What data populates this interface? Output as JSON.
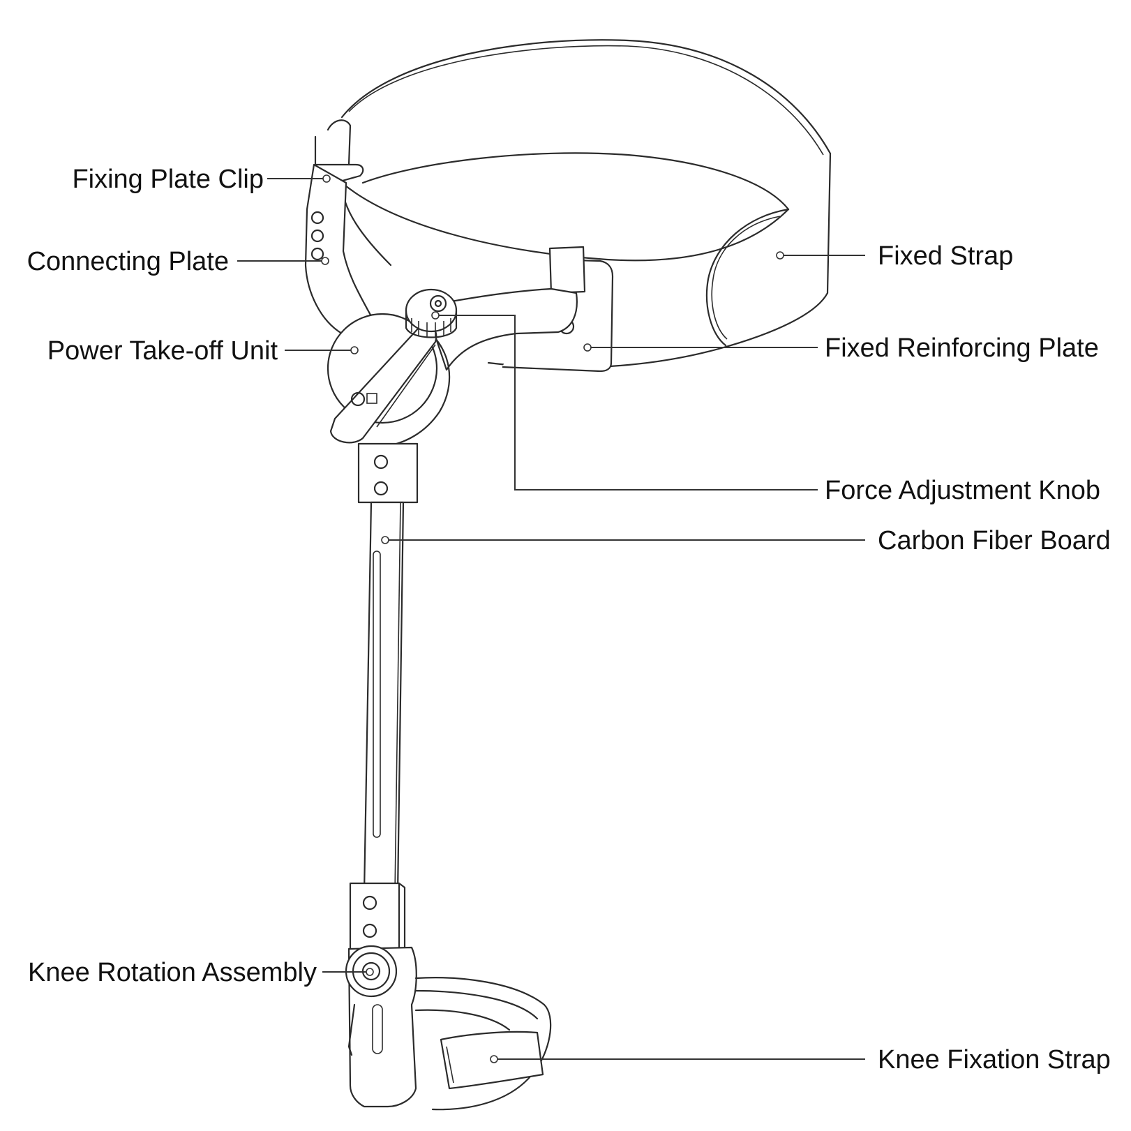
{
  "labels": {
    "fixing_plate_clip": "Fixing Plate Clip",
    "connecting_plate": "Connecting Plate",
    "power_takeoff_unit": "Power Take-off Unit",
    "fixed_strap": "Fixed Strap",
    "fixed_reinforcing_plate": "Fixed Reinforcing Plate",
    "force_adjustment_knob": "Force Adjustment Knob",
    "carbon_fiber_board": "Carbon Fiber Board",
    "knee_rotation_assembly": "Knee Rotation Assembly",
    "knee_fixation_strap": "Knee Fixation Strap"
  },
  "colors": {
    "line": "#2b2b2b",
    "text": "#111111",
    "background": "#ffffff"
  }
}
